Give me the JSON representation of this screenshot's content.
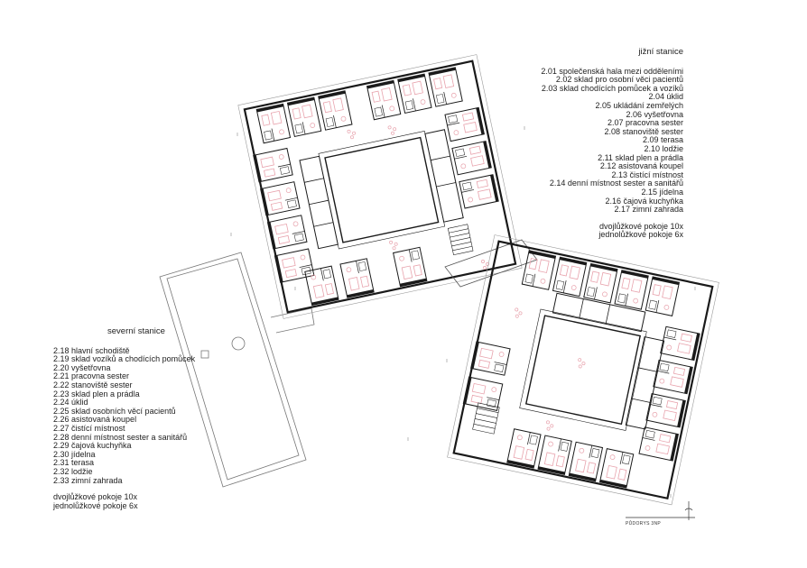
{
  "south_legend": {
    "title": "jižní stanice",
    "items": [
      "2.01 společenská hala mezi odděleními",
      "2.02 sklad pro osobní věci pacientů",
      "2.03 sklad chodících pomůcek a vozíků",
      "2.04 úklid",
      "2.05 ukládání zemřelých",
      "2.06 vyšetřovna",
      "2.07 pracovna sester",
      "2.08 stanoviště sester",
      "2.09 terasa",
      "2.10 lodžie",
      "2.11 sklad plen a prádla",
      "2.12 asistovaná koupel",
      "2.13 čistící místnost",
      "2.14 denní místnost sester a sanitářů",
      "2.15 jídelna",
      "2.16 čajová kuchyňka",
      "2.17 zimní zahrada"
    ],
    "rooms": [
      "dvojlůžkové pokoje 10x",
      "jednolůžkové pokoje 6x"
    ]
  },
  "north_legend": {
    "title": "severní stanice",
    "items": [
      "2.18 hlavní schodiště",
      "2.19 sklad vozíků a chodících pomůcek",
      "2.20 vyšetřovna",
      "2.21 pracovna sester",
      "2.22 stanoviště sester",
      "2.23 sklad plen a prádla",
      "2.24 úklid",
      "2.25 sklad osobních věcí pacientů",
      "2.26 asistovaná koupel",
      "2.27 čistící místnost",
      "2.28 denní místnost sester a sanitářů",
      "2.29 čajová kuchyňka",
      "2.30 jídelna",
      "2.31 terasa",
      "2.32 lodžie",
      "2.33 zimní zahrada"
    ],
    "rooms": [
      "dvojlůžkové pokoje 10x",
      "jednolůžkové pokoje 6x"
    ]
  },
  "drawing": {
    "caption": "PŮDORYS 3NP",
    "wall_color": "#1a1a1a",
    "furniture_color": "#e8a3ad",
    "north_arrow": "north-arrow-icon"
  }
}
